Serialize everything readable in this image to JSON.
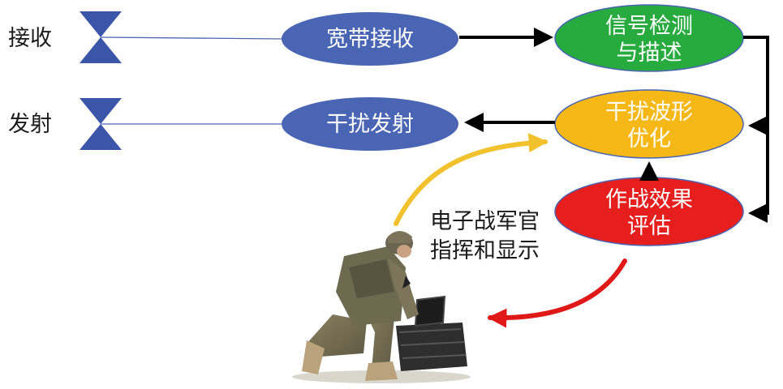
{
  "antennas": {
    "receive": {
      "label": "接收"
    },
    "transmit": {
      "label": "发射"
    }
  },
  "nodes": {
    "wideband_receive": {
      "label": "宽带接收",
      "color": "#4a65b3"
    },
    "signal_detection": {
      "line1": "信号检测",
      "line2": "与描述",
      "color": "#27ab3f"
    },
    "jamming_waveform": {
      "line1": "干扰波形",
      "line2": "优化",
      "color": "#f5b817"
    },
    "jamming_transmit": {
      "label": "干扰发射",
      "color": "#4a65b3"
    },
    "combat_evaluation": {
      "line1": "作战效果",
      "line2": "评估",
      "color": "#e61e1e"
    }
  },
  "commander": {
    "line1": "电子战军官",
    "line2": "指挥和显示",
    "figure": "soldier-with-laptop-figure"
  },
  "colors": {
    "antenna": "#3b56a8",
    "feed_line": "#4a65b3",
    "arrow": "#000000",
    "yellow_arc": "#f2c12e",
    "red_arc": "#e01818"
  }
}
